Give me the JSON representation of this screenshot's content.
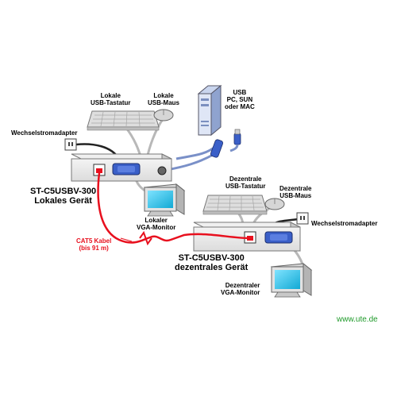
{
  "labels": {
    "kbd_local": [
      "Lokale",
      "USB-Tastatur"
    ],
    "mouse_local": [
      "Lokale",
      "USB-Maus"
    ],
    "pc": [
      "USB",
      "PC, SUN",
      "oder MAC"
    ],
    "adapter_local": "Wechselstromadapter",
    "device_local": [
      "ST-C5USBV-300",
      "Lokales Gerät"
    ],
    "monitor_local": [
      "Lokaler",
      "VGA-Monitor"
    ],
    "kbd_remote": [
      "Dezentrale",
      "USB-Tastatur"
    ],
    "mouse_remote": [
      "Dezentrale",
      "USB-Maus"
    ],
    "adapter_remote": "Wechselstromadapter",
    "cable": [
      "CAT5 Kabel",
      "(bis 91 m)"
    ],
    "device_remote": [
      "ST-C5USBV-300",
      "dezentrales Gerät"
    ],
    "monitor_remote": [
      "Dezentraler",
      "VGA-Monitor"
    ]
  },
  "website": "www.ute.de",
  "colors": {
    "cable": "#e8101e",
    "connector": "#3a5fc8",
    "box": "#e6e6e6",
    "screen": "#2fc4e8",
    "website": "#1f9a2a"
  }
}
